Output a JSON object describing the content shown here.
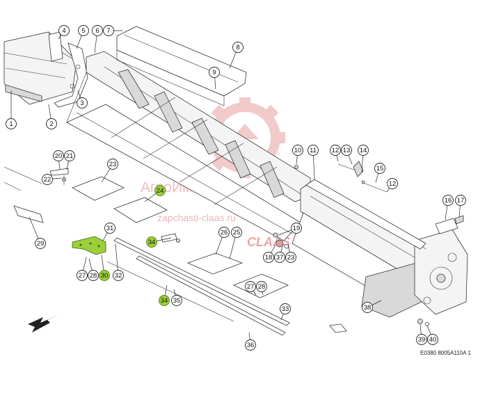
{
  "diagram": {
    "reference_code": "E0380 8005A110A 1",
    "highlighted_parts": [
      "24",
      "30",
      "34"
    ]
  },
  "watermark": {
    "line1": "АгроИмпорт",
    "line2": "zapchasti-claas.ru",
    "brand": "CLAAS"
  },
  "callouts": [
    {
      "id": "c1",
      "label": "1"
    },
    {
      "id": "c2",
      "label": "2"
    },
    {
      "id": "c3",
      "label": "3"
    },
    {
      "id": "c4",
      "label": "4"
    },
    {
      "id": "c5",
      "label": "5"
    },
    {
      "id": "c6",
      "label": "6"
    },
    {
      "id": "c7",
      "label": "7"
    },
    {
      "id": "c8",
      "label": "8"
    },
    {
      "id": "c9",
      "label": "9"
    },
    {
      "id": "c10",
      "label": "10"
    },
    {
      "id": "c11",
      "label": "11"
    },
    {
      "id": "c12a",
      "label": "12"
    },
    {
      "id": "c13",
      "label": "13"
    },
    {
      "id": "c14",
      "label": "14"
    },
    {
      "id": "c15",
      "label": "15"
    },
    {
      "id": "c12b",
      "label": "12"
    },
    {
      "id": "c16",
      "label": "16"
    },
    {
      "id": "c17",
      "label": "17"
    },
    {
      "id": "c20",
      "label": "20"
    },
    {
      "id": "c21",
      "label": "21"
    },
    {
      "id": "c22",
      "label": "22"
    },
    {
      "id": "c23a",
      "label": "23"
    },
    {
      "id": "c24",
      "label": "24"
    },
    {
      "id": "c29",
      "label": "29"
    },
    {
      "id": "c31",
      "label": "31"
    },
    {
      "id": "c34a",
      "label": "34"
    },
    {
      "id": "c26a",
      "label": "26"
    },
    {
      "id": "c25",
      "label": "25"
    },
    {
      "id": "c19",
      "label": "19"
    },
    {
      "id": "c18",
      "label": "18"
    },
    {
      "id": "c37",
      "label": "37"
    },
    {
      "id": "c23b",
      "label": "23"
    },
    {
      "id": "c27a",
      "label": "27"
    },
    {
      "id": "c28a",
      "label": "28"
    },
    {
      "id": "c30",
      "label": "30"
    },
    {
      "id": "c32",
      "label": "32"
    },
    {
      "id": "c27b",
      "label": "27"
    },
    {
      "id": "c28b",
      "label": "28"
    },
    {
      "id": "c34b",
      "label": "34"
    },
    {
      "id": "c35",
      "label": "35"
    },
    {
      "id": "c33",
      "label": "33"
    },
    {
      "id": "c36",
      "label": "36"
    },
    {
      "id": "c38",
      "label": "38"
    },
    {
      "id": "c39",
      "label": "39"
    },
    {
      "id": "c40",
      "label": "40"
    }
  ]
}
